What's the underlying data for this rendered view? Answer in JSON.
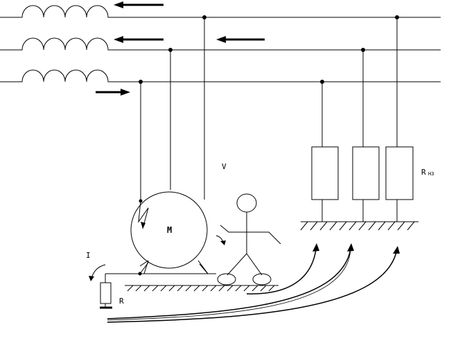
{
  "labels": {
    "motor": "M",
    "voltage": "V",
    "current": "I",
    "ground_resistor": "R",
    "load_resistor": "R",
    "load_resistor_sub": "H3"
  },
  "colors": {
    "line": "#000000",
    "background": "#ffffff"
  }
}
